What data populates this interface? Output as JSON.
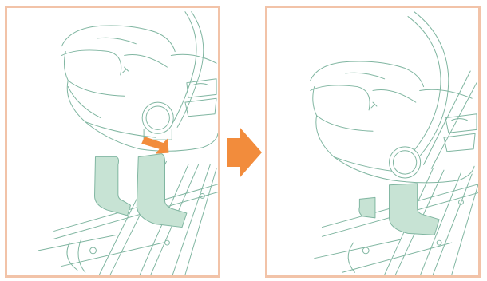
{
  "diagram": {
    "panels": [
      {
        "id": "before",
        "state": "adapters-detached"
      },
      {
        "id": "after",
        "state": "adapters-attached"
      }
    ],
    "colors": {
      "panel_border": "#f2c3a8",
      "line_art": "#7fb5a0",
      "adapter_fill": "#c7e3d4",
      "arrow_fill": "#f28c3c"
    },
    "icons": {
      "step_arrow": "right-arrow-icon",
      "attach_arrow": "down-arrow-icon"
    }
  }
}
